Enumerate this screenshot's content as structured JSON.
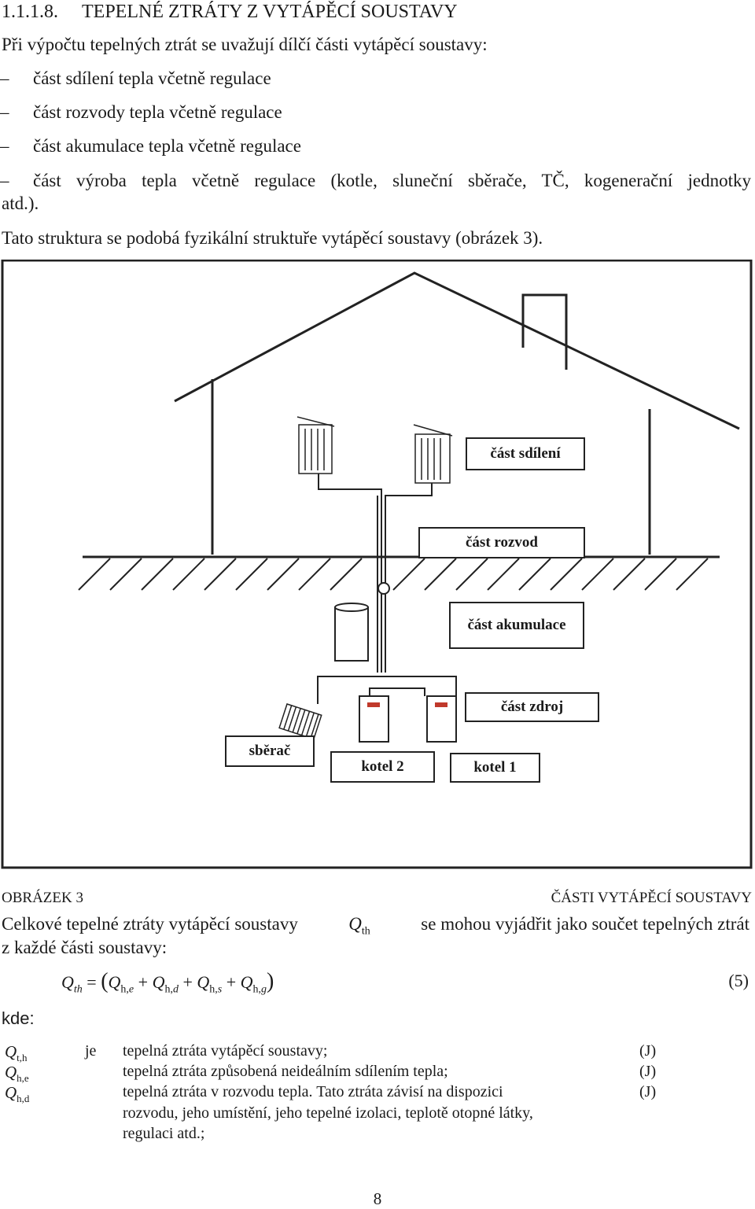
{
  "heading": {
    "number": "1.1.1.8.",
    "title": "TEPELNÉ ZTRÁTY Z VYTÁPĚCÍ SOUSTAVY"
  },
  "intro": "Při výpočtu tepelných ztrát se uvažují dílčí části vytápěcí soustavy:",
  "bullets": {
    "dash": "–",
    "b1": "část sdílení tepla včetně regulace",
    "b2": "část rozvody tepla včetně regulace",
    "b3": "část akumulace tepla včetně regulace",
    "b4_line1": "část výroba tepla včetně regulace (kotle, sluneční sběrače, TČ, kogenerační jednotky",
    "b4_line2": "atd.)."
  },
  "structure_sentence": "Tato struktura se podobá fyzikální struktuře vytápěcí soustavy (obrázek 3).",
  "figure": {
    "labels": {
      "sdileni": "část sdílení",
      "rozvod": "část rozvod",
      "akumulace": "část akumulace",
      "zdroj": "část zdroj",
      "sberac": "sběrač",
      "kotel2": "kotel 2",
      "kotel1": "kotel 1"
    }
  },
  "caption": {
    "left": "OBRÁZEK 3",
    "right": "ČÁSTI VYTÁPĚCÍ SOUSTAVY"
  },
  "total_sentence": {
    "part1": "Celkové tepelné ztráty vytápěcí soustavy",
    "symbol": "Q",
    "sub": "th",
    "part2": "se mohou vyjádřit jako součet tepelných ztrát",
    "line2": "z každé části soustavy:"
  },
  "equation": {
    "lhs": "Q",
    "lhs_sub": "th",
    "eq_sign": "=",
    "open": "(",
    "t1": "Q",
    "t1_sub": "h,",
    "t1_sub2": "e",
    "t2": "Q",
    "t2_sub": "h,",
    "t2_sub2": "d",
    "t3": "Q",
    "t3_sub": "h,",
    "t3_sub2": "s",
    "t4": "Q",
    "t4_sub": "h,",
    "t4_sub2": "g",
    "plus": "+",
    "close": ")",
    "number": "(5)"
  },
  "kde": "kde:",
  "legend": {
    "je": "je",
    "rows": [
      {
        "sym": "Q",
        "sub": "t,h",
        "text": "tepelná ztráta vytápěcí soustavy;",
        "unit": "(J)"
      },
      {
        "sym": "Q",
        "sub": "h,e",
        "text": "tepelná ztráta způsobená neideálním sdílením tepla;",
        "unit": "(J)"
      },
      {
        "sym": "Q",
        "sub": "h,d",
        "text": "tepelná ztráta v rozvodu tepla. Tato ztráta závisí na dispozici",
        "unit": "(J)"
      }
    ],
    "continuation1": "rozvodu, jeho umístění, jeho tepelné izolaci, teplotě otopné látky,",
    "continuation2": "regulaci atd.;"
  },
  "page_number": "8"
}
